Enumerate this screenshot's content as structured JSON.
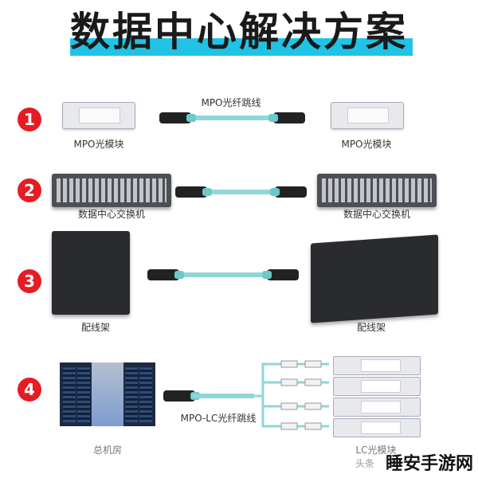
{
  "title": "数据中心解决方案",
  "rows": [
    {
      "num": "1",
      "left_label": "MPO光模块",
      "right_label": "MPO光模块",
      "cable_label": "MPO光纤跳线"
    },
    {
      "num": "2",
      "left_label": "数据中心交换机",
      "right_label": "数据中心交换机"
    },
    {
      "num": "3",
      "left_label": "配线架",
      "right_label": "配线架"
    },
    {
      "num": "4",
      "left_label": "总机房",
      "right_label": "LC光模块",
      "cable_label": "MPO-LC光纤跳线"
    }
  ],
  "watermark": "睡安手游网",
  "watermark_small": "头条"
}
